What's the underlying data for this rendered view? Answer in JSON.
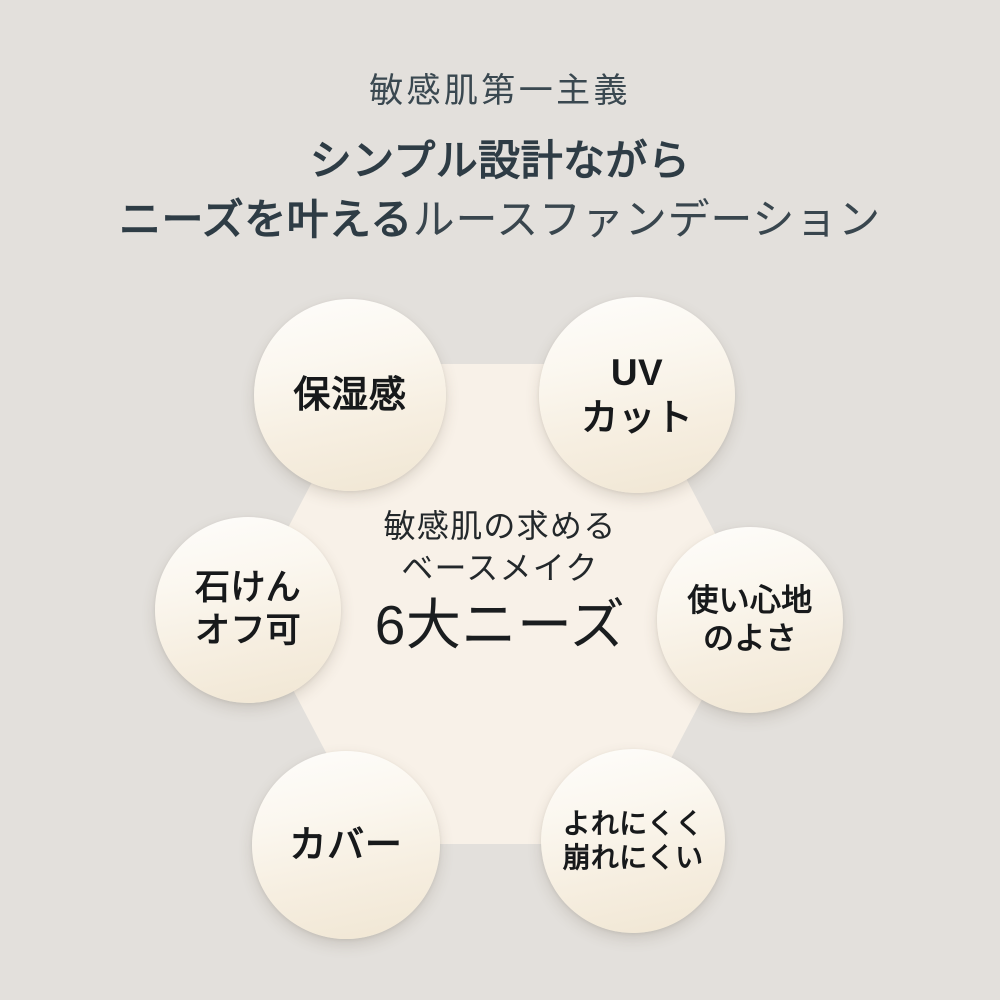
{
  "page": {
    "background_color": "#e3e0dc",
    "language": "ja"
  },
  "header": {
    "eyebrow": "敏感肌第一主義",
    "headline_line1": "シンプル設計ながら",
    "headline_line2_bold": "ニーズを叶える",
    "headline_line2_thin": "ルースファンデーション",
    "bold_color": "#2e3c45",
    "eyebrow_color": "#3a4850"
  },
  "center": {
    "line1": "敏感肌の求める",
    "line2": "ベースメイク",
    "line3": "6大ニーズ",
    "hexagon_fill": "#f8f1e8",
    "text_color": "#1a1d1f"
  },
  "bubbles": [
    {
      "id": "moisture",
      "name": "bubble-moisture",
      "position": "top-left",
      "lines": [
        "保湿感"
      ]
    },
    {
      "id": "uv",
      "name": "bubble-uv-cut",
      "position": "top-right",
      "lines": [
        "UV",
        "カット"
      ]
    },
    {
      "id": "soap",
      "name": "bubble-soap-off",
      "position": "middle-left",
      "lines": [
        "石けん",
        "オフ可"
      ]
    },
    {
      "id": "feel",
      "name": "bubble-comfort",
      "position": "middle-right",
      "lines": [
        "使い心地",
        "のよさ"
      ]
    },
    {
      "id": "cover",
      "name": "bubble-cover",
      "position": "bottom-left",
      "lines": [
        "カバー"
      ]
    },
    {
      "id": "lasting",
      "name": "bubble-long-lasting",
      "position": "bottom-right",
      "lines": [
        "よれにくく",
        "崩れにくい"
      ]
    }
  ],
  "colors": {
    "background": "#e3e0dc",
    "hexagon": "#f8f1e8",
    "bubble_top": "#fefdfb",
    "bubble_bottom": "#f0e6d3",
    "heading_dark": "#2e3c45",
    "body_text": "#17191b"
  }
}
